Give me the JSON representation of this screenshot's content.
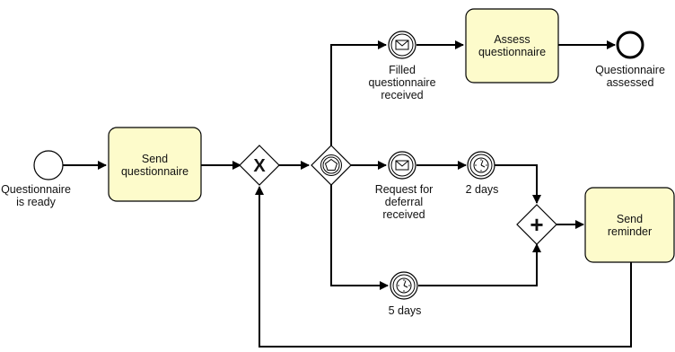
{
  "start_event": {
    "label": [
      "Questionnaire",
      "is ready"
    ]
  },
  "end_event": {
    "label": [
      "Questionnaire",
      "assessed"
    ]
  },
  "tasks": {
    "send_questionnaire": [
      "Send",
      "questionnaire"
    ],
    "assess_questionnaire": [
      "Assess",
      "questionnaire"
    ],
    "send_reminder": [
      "Send",
      "reminder"
    ]
  },
  "gateways": {
    "exclusive": {
      "symbol": "X"
    },
    "event_based": {
      "symbol": "pentagon"
    },
    "parallel": {
      "symbol": "+"
    }
  },
  "events": {
    "filled_received": {
      "type": "message",
      "label": [
        "Filled",
        "questionnaire",
        "received"
      ]
    },
    "deferral_received": {
      "type": "message",
      "label": [
        "Request for",
        "deferral",
        "received"
      ]
    },
    "timer_2_days": {
      "type": "timer",
      "label": [
        "2 days"
      ]
    },
    "timer_5_days": {
      "type": "timer",
      "label": [
        "5 days"
      ]
    }
  },
  "colors": {
    "task_fill": "#fdfbcb",
    "stroke": "#000000"
  }
}
